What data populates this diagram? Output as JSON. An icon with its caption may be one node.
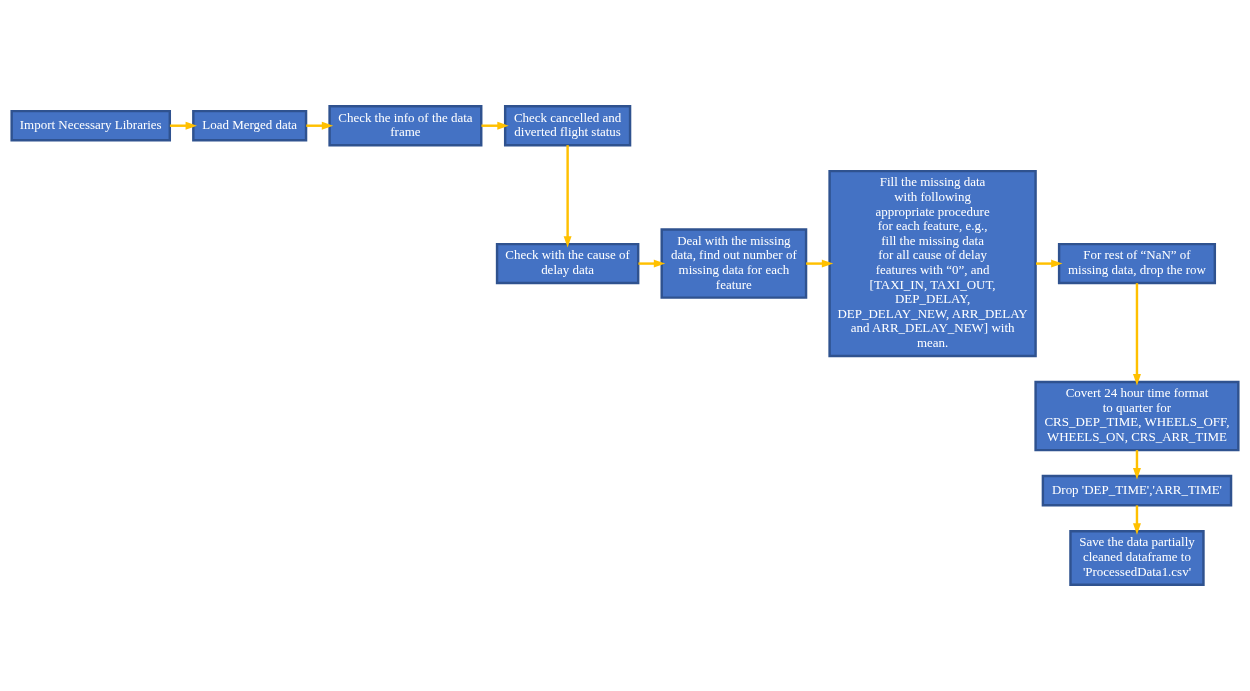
{
  "diagram": {
    "nodes": [
      {
        "text": [
          "Import Necessary Libraries"
        ]
      },
      {
        "text": [
          "Load Merged data"
        ]
      },
      {
        "text": [
          "Check the info of the data frame"
        ]
      },
      {
        "text": [
          "Check cancelled and diverted flight status"
        ]
      },
      {
        "text": [
          "Check with the cause of delay data"
        ]
      },
      {
        "text": [
          "Deal with the missing data, find out number of missing data for each feature"
        ]
      },
      {
        "text": [
          "Fill the missing data with following appropriate procedure for each feature, e.g., fill the missing data for all cause of delay features with “0”, and [TAXI_IN, TAXI_OUT, DEP_DELAY, DEP_DELAY_NEW, ARR_DELAY and ARR_DELAY_NEW] with mean."
        ]
      },
      {
        "text": [
          "For rest of “NaN” of missing data, drop the row"
        ]
      },
      {
        "text": [
          "Covert 24 hour time format to quarter for CRS_DEP_TIME, WHEELS_OFF, WHEELS_ON, CRS_ARR_TIME"
        ]
      },
      {
        "text": [
          "Drop 'DEP_TIME','ARR_TIME'"
        ]
      },
      {
        "text": [
          "Save the data partially cleaned dataframe to 'ProcessedData1.csv'"
        ]
      }
    ],
    "edges": [
      {
        "from": 0,
        "to": 1,
        "arrow": "to"
      },
      {
        "from": 1,
        "to": 2,
        "arrow": "to"
      },
      {
        "from": 2,
        "to": 3,
        "arrow": "to"
      },
      {
        "from": 3,
        "to": 4,
        "arrow": "to"
      },
      {
        "from": 4,
        "to": 5,
        "arrow": "to"
      },
      {
        "from": 5,
        "to": 6,
        "arrow": "to"
      },
      {
        "from": 6,
        "to": 7,
        "arrow": "to"
      },
      {
        "from": 7,
        "to": 8,
        "arrow": "to"
      },
      {
        "from": 8,
        "to": 9,
        "arrow": "to"
      },
      {
        "from": 9,
        "to": 10,
        "arrow": "to"
      }
    ]
  }
}
